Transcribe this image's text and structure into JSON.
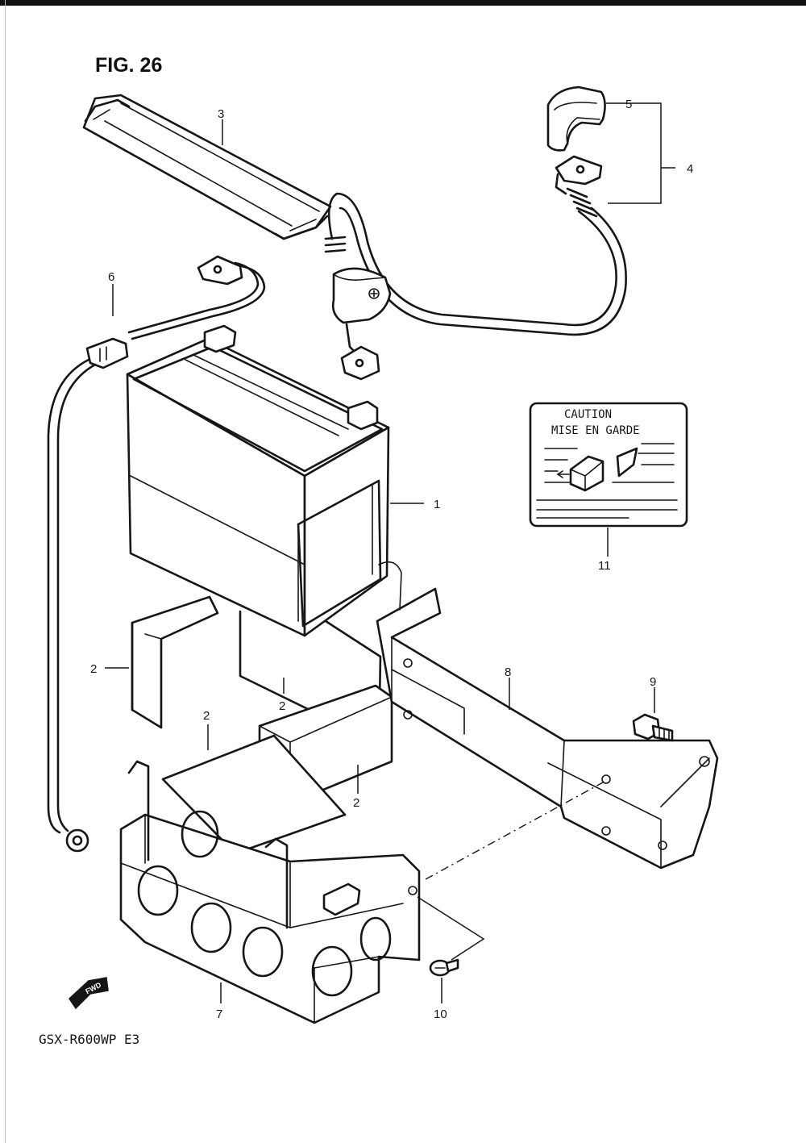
{
  "figure": {
    "title": "FIG. 26",
    "model_code": "GSX-R600WP E3",
    "direction_marker": "FWD"
  },
  "caution_label": {
    "line1": "CAUTION",
    "line2": "MISE EN GARDE"
  },
  "callouts": {
    "battery": "1",
    "spacer_left": "2",
    "spacer_mid": "2",
    "spacer_plate": "2",
    "spacer_front": "2",
    "band": "3",
    "cable_assy": "4",
    "terminal_cover": "5",
    "lead_wire": "6",
    "battery_holder": "7",
    "holder_bracket": "8",
    "bolt": "9",
    "screw": "10",
    "caution_label": "11"
  }
}
